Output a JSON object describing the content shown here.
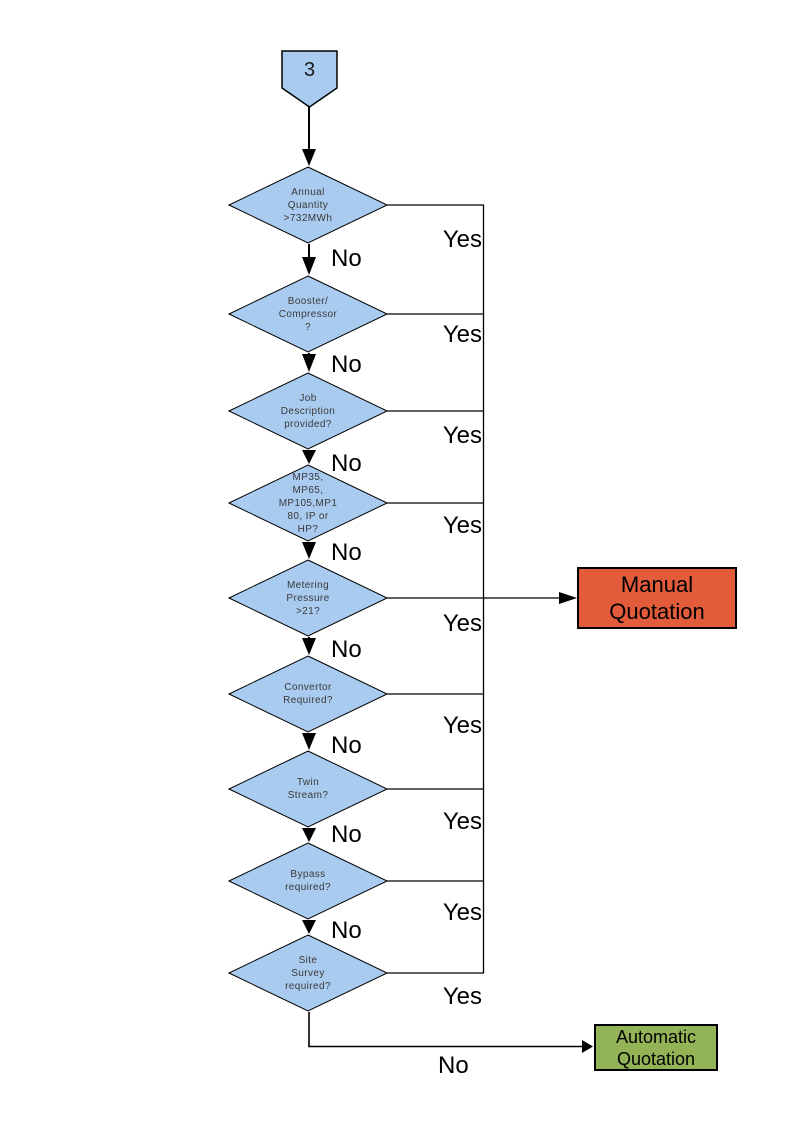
{
  "connector": {
    "label": "3"
  },
  "decisions": [
    {
      "label": "Annual\nQuantity\n>732MWh",
      "yes": "Yes",
      "no": "No"
    },
    {
      "label": "Booster/\nCompressor\n?",
      "yes": "Yes",
      "no": "No"
    },
    {
      "label": "Job\nDescription\nprovided?",
      "yes": "Yes",
      "no": "No"
    },
    {
      "label": "MP35,\nMP65,\nMP105,MP1\n80, IP or\nHP?",
      "yes": "Yes",
      "no": "No"
    },
    {
      "label": "Metering\nPressure\n>21?",
      "yes": "Yes",
      "no": "No"
    },
    {
      "label": "Convertor\nRequired?",
      "yes": "Yes",
      "no": "No"
    },
    {
      "label": "Twin\nStream?",
      "yes": "Yes",
      "no": "No"
    },
    {
      "label": "Bypass\nrequired?",
      "yes": "Yes",
      "no": "No"
    },
    {
      "label": "Site\nSurvey\nrequired?",
      "yes": "Yes",
      "no": "No"
    }
  ],
  "outcomes": {
    "manual": {
      "label": "Manual Quotation",
      "fill": "#E25C3B"
    },
    "automatic": {
      "label": "Automatic Quotation",
      "fill": "#92B457"
    }
  },
  "colors": {
    "decision_fill": "#A9CBEF",
    "connector_fill": "#A9CBEF",
    "line": "#000000"
  }
}
